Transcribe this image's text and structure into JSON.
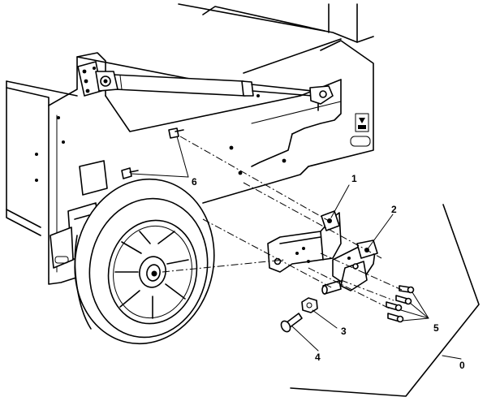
{
  "callouts": {
    "c0": "0",
    "c1": "1",
    "c2": "2",
    "c3": "3",
    "c4": "4",
    "c5": "5",
    "c6": "6"
  }
}
